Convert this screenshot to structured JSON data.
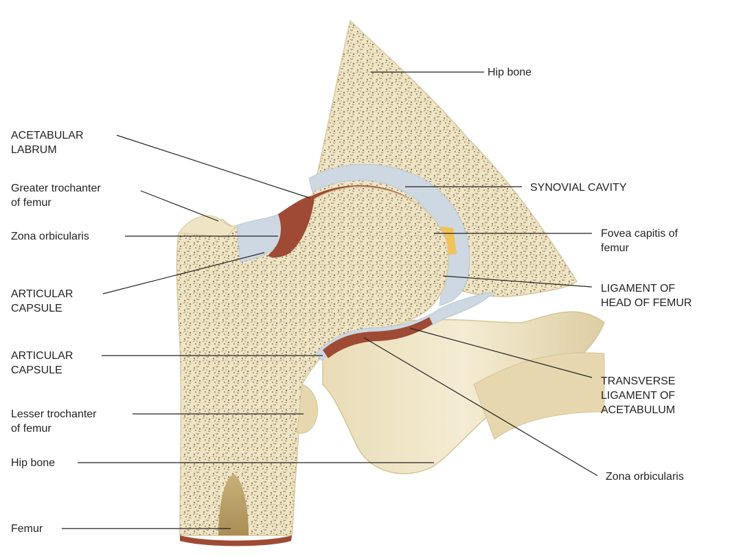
{
  "labels": {
    "hip_bone_top": "Hip bone",
    "acetabular_labrum": "ACETABULAR\nLABRUM",
    "synovial_cavity": "SYNOVIAL CAVITY",
    "greater_trochanter": "Greater trochanter\nof femur",
    "zona_orbicularis_left": "Zona orbicularis",
    "fovea_capitis": "Fovea capitis of\nfemur",
    "articular_capsule_upper": "ARTICULAR\nCAPSULE",
    "ligament_head_femur": "LIGAMENT OF\nHEAD OF FEMUR",
    "articular_capsule_lower": "ARTICULAR\nCAPSULE",
    "transverse_ligament": "TRANSVERSE\nLIGAMENT OF\nACETABULUM",
    "lesser_trochanter": "Lesser trochanter\nof femur",
    "hip_bone_bottom": "Hip bone",
    "zona_orbicularis_right": "Zona orbicularis",
    "femur": "Femur"
  },
  "colors": {
    "bone": "#efe4c4",
    "bone_edge": "#d8c9a0",
    "cartilage_brown": "#9e4a35",
    "capsule_blue": "#cdd8e2",
    "ligament_yellow": "#f0c35a",
    "leader": "#231f20"
  }
}
